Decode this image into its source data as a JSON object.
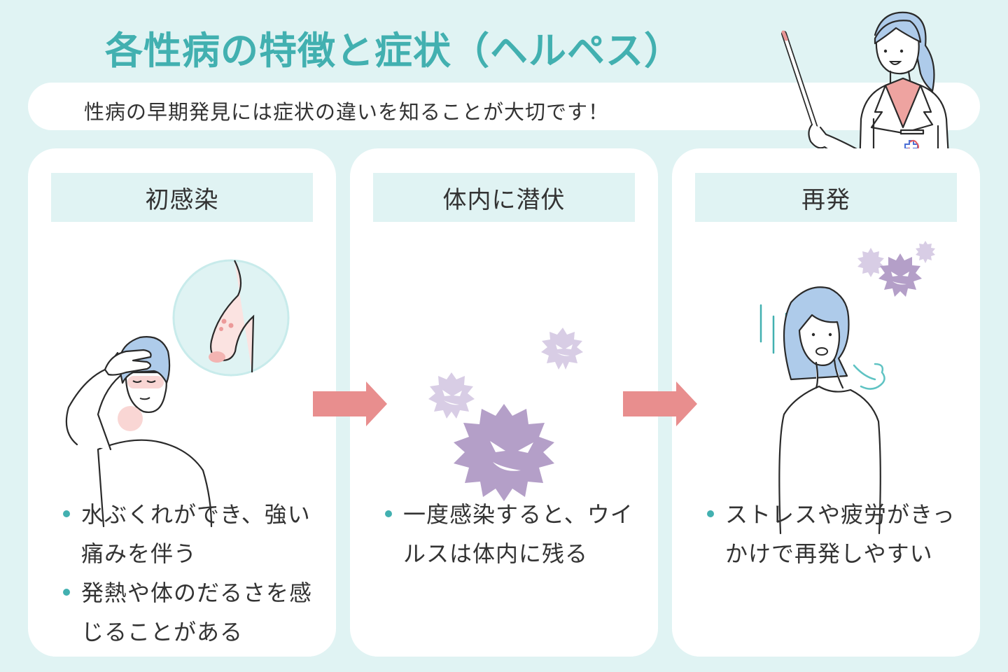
{
  "header": {
    "title": "各性病の特徴と症状（ヘルペス）",
    "subtitle": "性病の早期発見には症状の違いを知ることが大切です！"
  },
  "stages": [
    {
      "heading": "初感染",
      "illustration": "person-with-fever-and-blisters",
      "bullets": [
        "水ぶくれができ、強い痛みを伴う",
        "発熱や体のだるさを感じることがある"
      ]
    },
    {
      "heading": "体内に潜伏",
      "illustration": "virus-cluster",
      "bullets": [
        "一度感染すると、ウイルスは体内に残る"
      ]
    },
    {
      "heading": "再発",
      "illustration": "tired-woman-with-virus",
      "bullets": [
        "ストレスや疲労がきっかけで再発しやすい"
      ]
    }
  ],
  "icons": {
    "arrow": "arrow-right-icon",
    "bullet": "bullet-dot-icon",
    "presenter": "doctor-with-pointer-illustration"
  },
  "colors": {
    "background": "#e0f3f3",
    "accent": "#42b0b0",
    "card": "#ffffff",
    "arrow": "#e88e8e",
    "virus": "#b49fc8",
    "virus_light": "#d8cde5",
    "hair": "#aecbea",
    "text": "#333333"
  }
}
